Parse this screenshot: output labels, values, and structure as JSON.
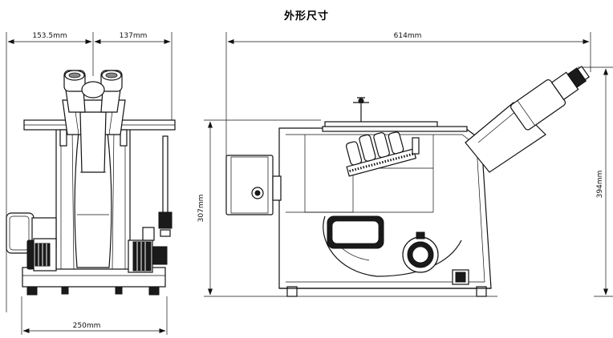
{
  "title": "外形尺寸",
  "dimensions": {
    "front_top_left": "153.5mm",
    "front_top_right": "137mm",
    "front_bottom": "250mm",
    "side_top": "614mm",
    "side_left": "307mm",
    "side_right": "394mm"
  }
}
